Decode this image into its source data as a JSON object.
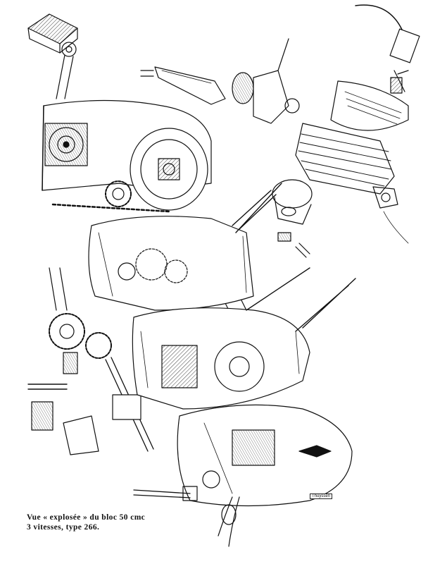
{
  "caption": {
    "line1": "Vue « explosée » du bloc 50 cmc",
    "line2": "3 vitesses, type 266."
  },
  "signature": "Thuyssen",
  "colors": {
    "ink": "#111111",
    "paper": "#ffffff",
    "shade": "#777777"
  }
}
